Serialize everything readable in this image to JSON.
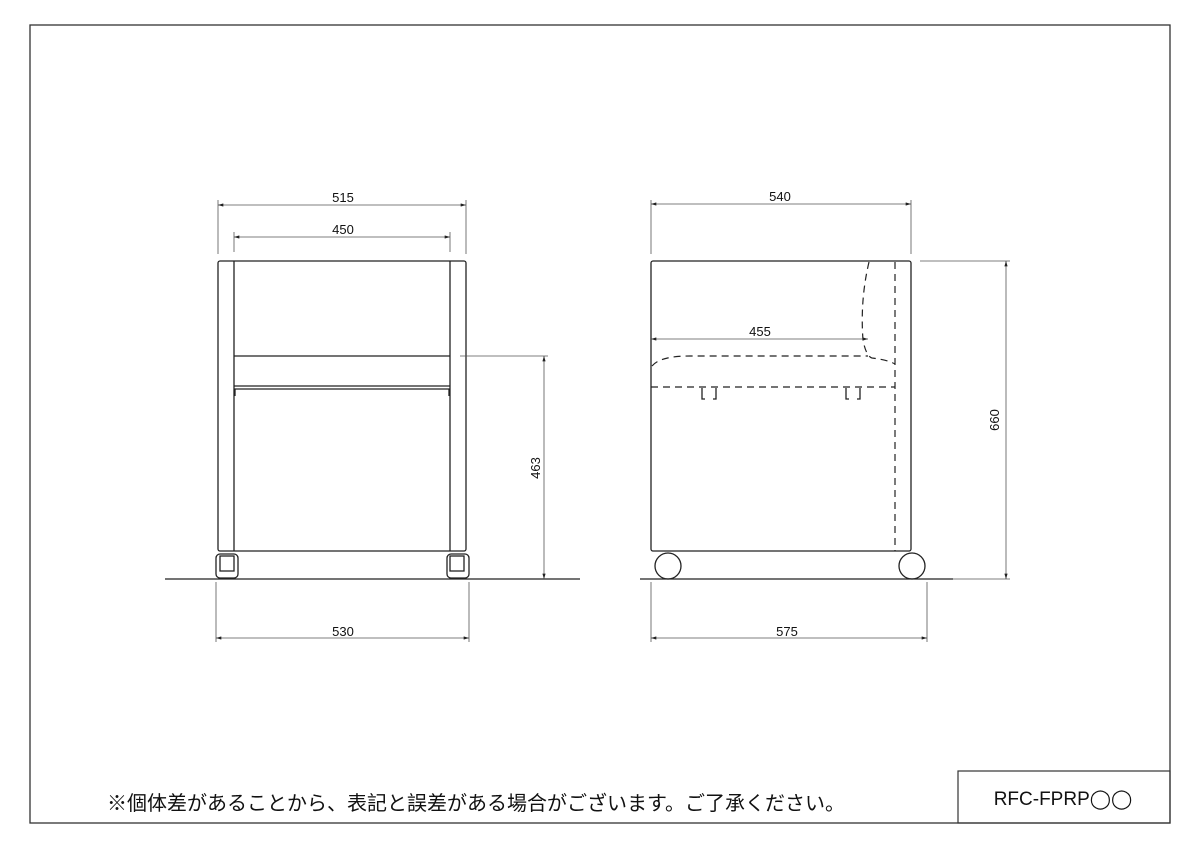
{
  "drawing": {
    "front_view": {
      "width_overall": "515",
      "width_inner": "450",
      "seat_height": "463",
      "caster_width": "530"
    },
    "side_view": {
      "depth_overall": "540",
      "seat_depth": "455",
      "height_overall": "660",
      "caster_depth": "575"
    }
  },
  "footer": {
    "note": "※個体差があることから、表記と誤差がある場合がございます。ご了承ください。",
    "model_code": "RFC-FPRP◯◯"
  }
}
